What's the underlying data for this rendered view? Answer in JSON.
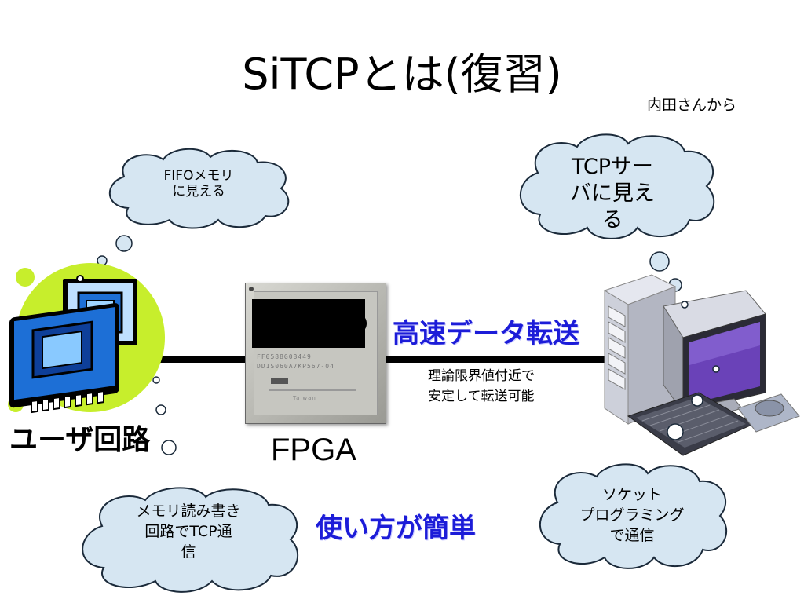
{
  "slide": {
    "title": "SiTCPとは(復習)",
    "credit": "内田さんから"
  },
  "bubbles": {
    "fifo_line1": "FIFOメモリ",
    "fifo_line2": "に見える",
    "tcp_line1": "TCPサー",
    "tcp_line2": "バに見え",
    "tcp_line3": "る",
    "memory_line1": "メモリ読み書き",
    "memory_line2": "回路でTCP通",
    "memory_line3": "信",
    "socket_line1": "ソケット",
    "socket_line2": "プログラミング",
    "socket_line3": "で通信"
  },
  "labels": {
    "user_circuit": "ユーザ回路",
    "fpga": "FPGA",
    "high_speed": "高速データ転送",
    "easy_use": "使い方が簡単",
    "note_line1": "理論限界値付近で",
    "note_line2": "安定して転送可能"
  },
  "chip": {
    "line1": "FF0588G08449",
    "line2": "DD1S060A7KP567-04",
    "line3": "Taiwan"
  },
  "colors": {
    "blue_text": "#1c1cd8",
    "cloud_fill": "#d6e6f2",
    "cloud_stroke": "#1b2a3a",
    "lime": "#c7ee2c",
    "chip_blue": "#1d6fd6",
    "monitor_screen": "#6a42b8"
  }
}
